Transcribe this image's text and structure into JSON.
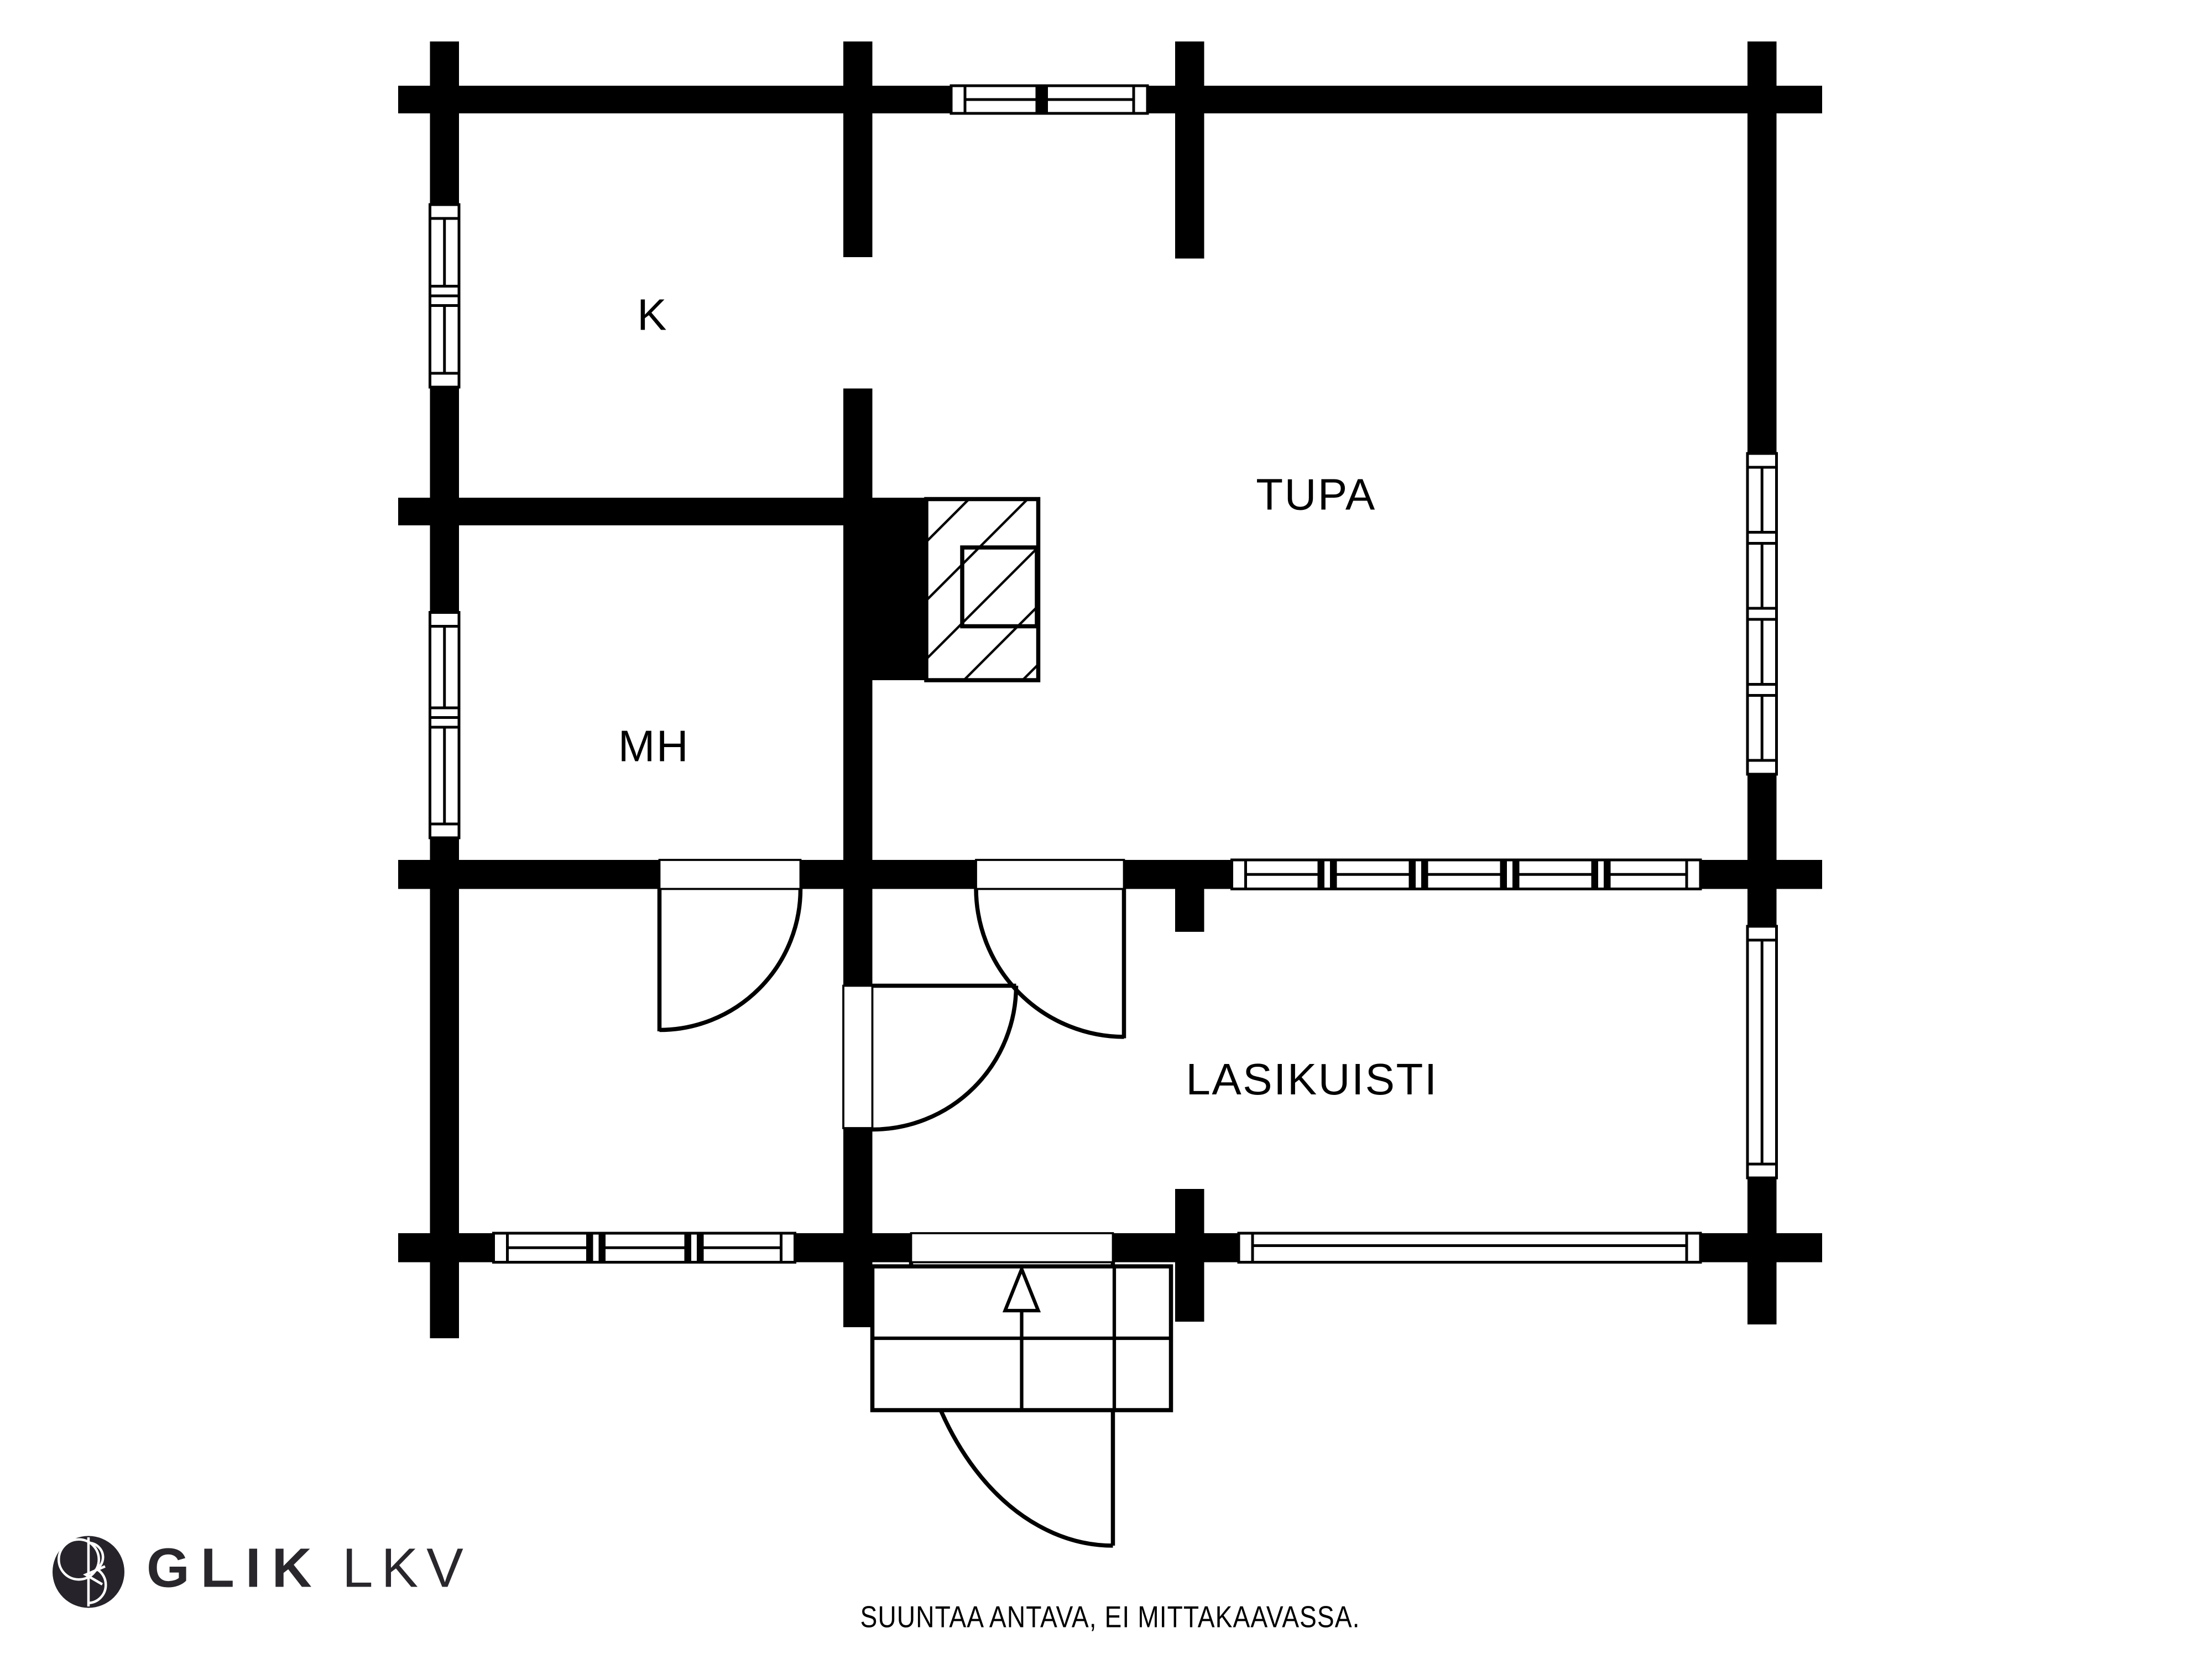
{
  "plan": {
    "rooms": [
      {
        "id": "k",
        "label": "K"
      },
      {
        "id": "tupa",
        "label": "TUPA"
      },
      {
        "id": "mh",
        "label": "MH"
      },
      {
        "id": "lasikuisti",
        "label": "LASIKUISTI"
      }
    ],
    "colors": {
      "wall": "#000000",
      "background": "#ffffff",
      "line": "#000000",
      "logo": "#26242a"
    }
  },
  "footer": {
    "brand": {
      "name_primary": "GLIK",
      "name_secondary": "LKV"
    },
    "disclaimer": "SUUNTAA ANTAVA, EI MITTAKAAVASSA."
  }
}
